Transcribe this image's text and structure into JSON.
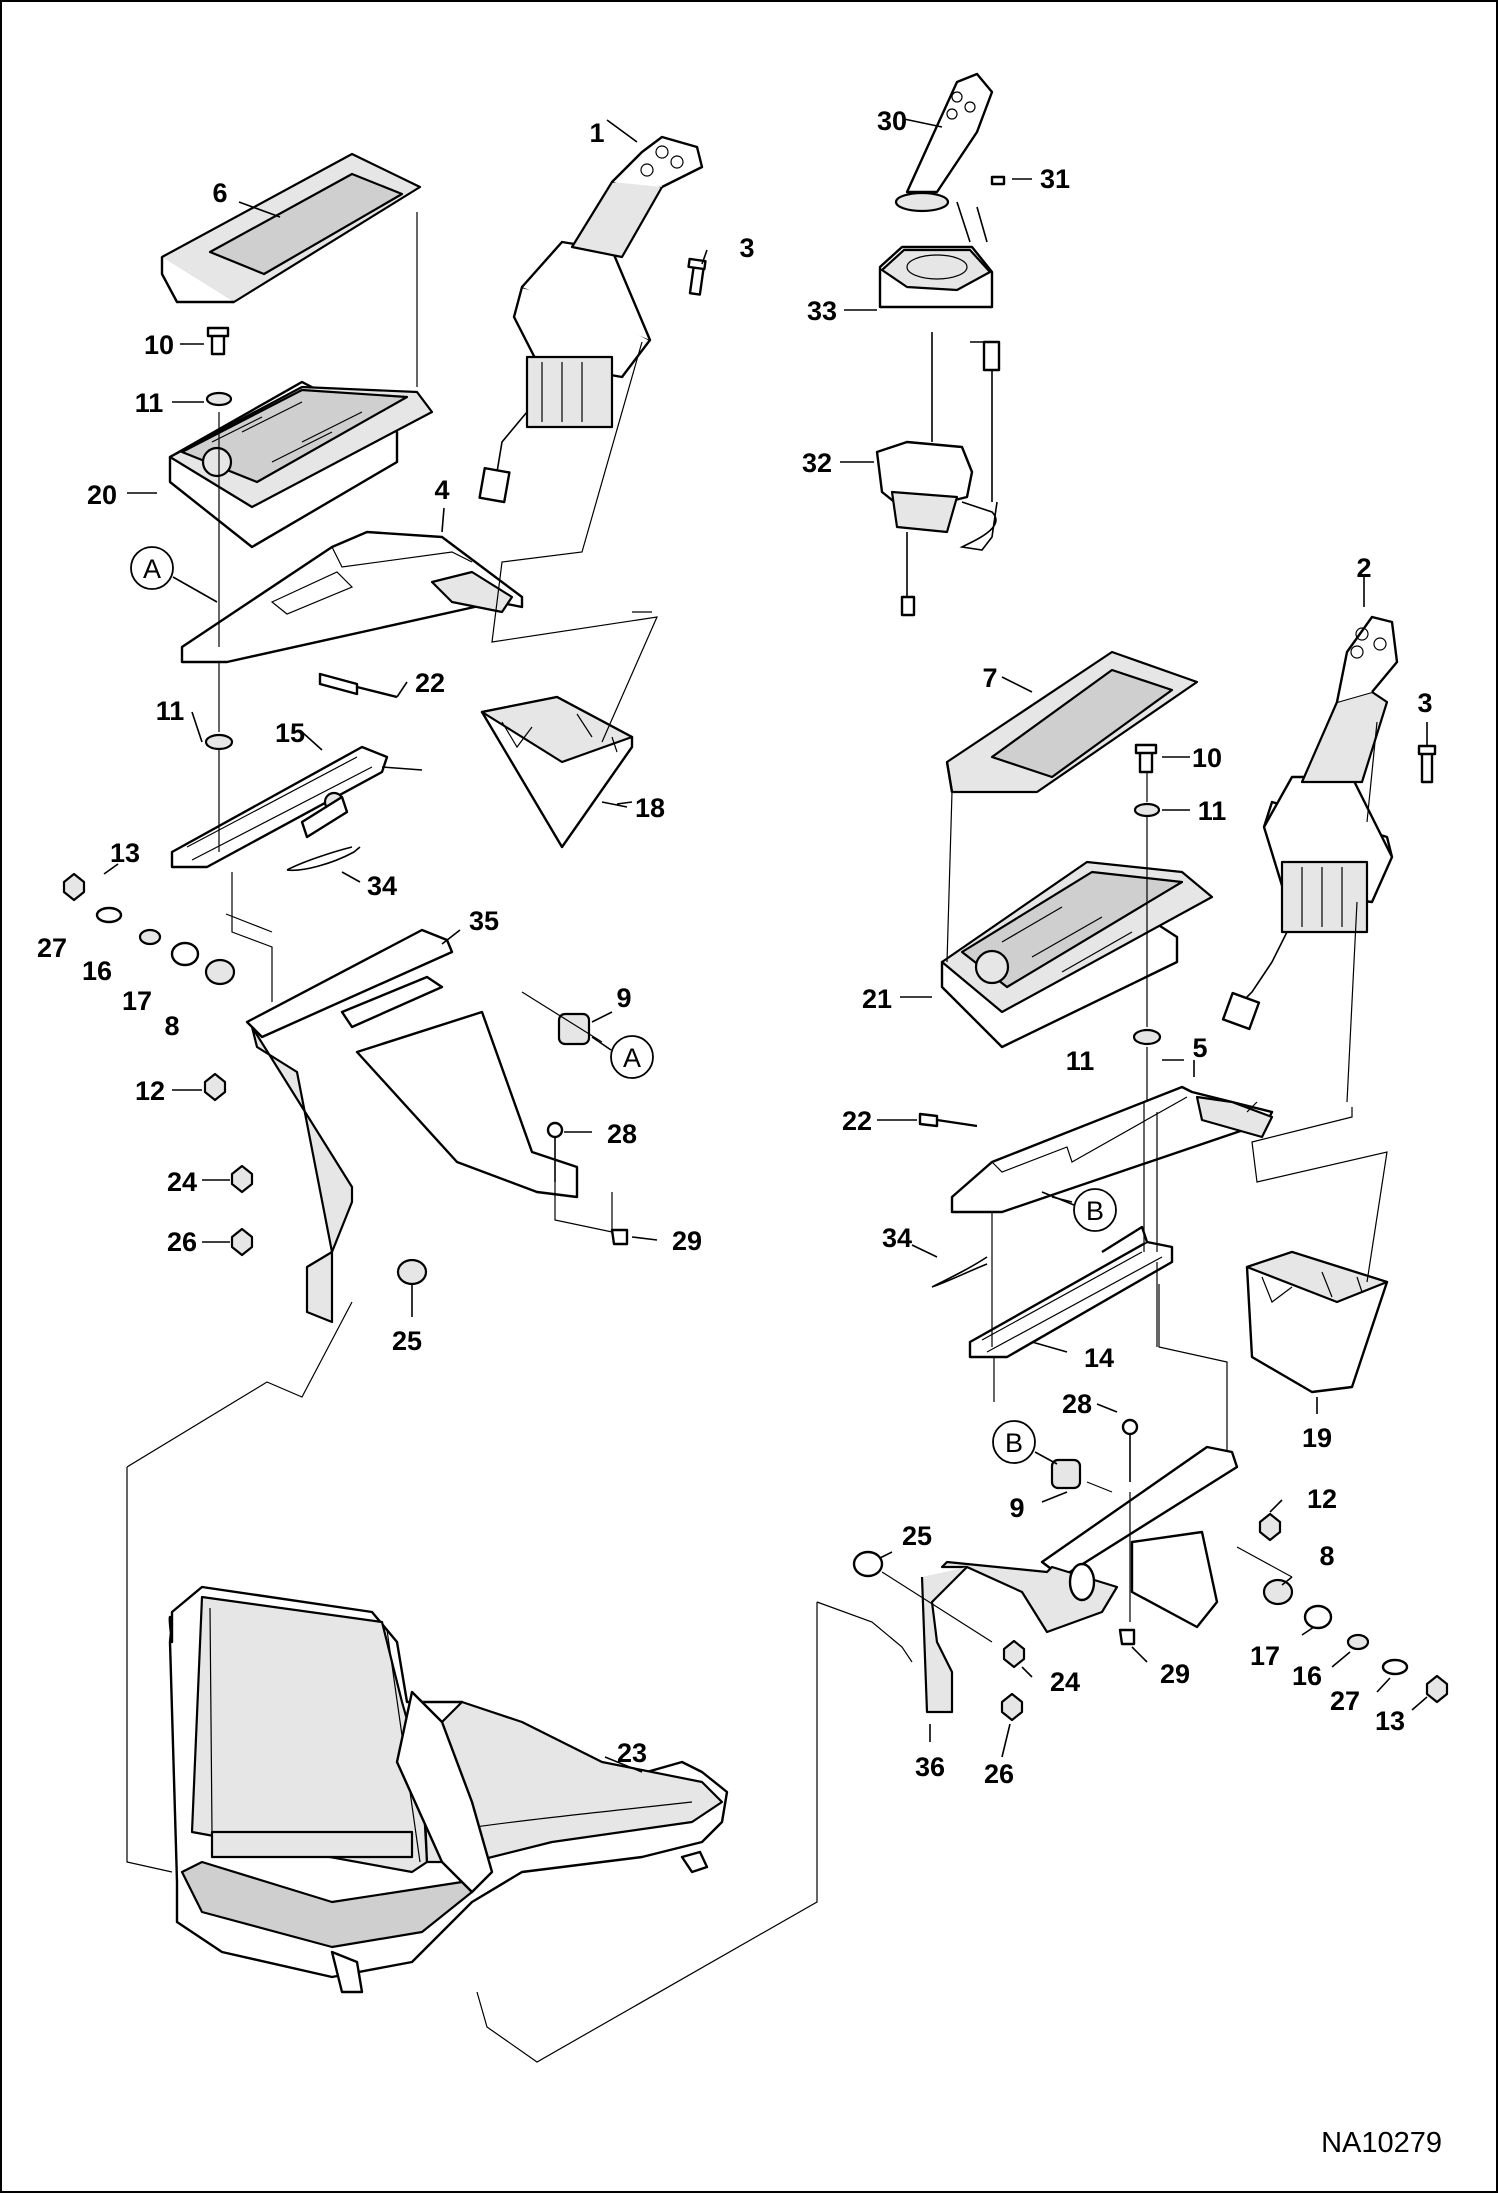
{
  "drawing_code": "NA10279",
  "reference_circles": [
    "A",
    "A",
    "B",
    "B"
  ],
  "callouts": {
    "left_assembly": [
      "1",
      "3",
      "6",
      "10",
      "11",
      "20",
      "4",
      "22",
      "11",
      "15",
      "18",
      "13",
      "27",
      "16",
      "17",
      "8",
      "34",
      "35",
      "9",
      "12",
      "28",
      "24",
      "26",
      "25",
      "29",
      "23"
    ],
    "upper_right_joystick": [
      "30",
      "31",
      "33",
      "32"
    ],
    "right_assembly": [
      "2",
      "3",
      "7",
      "10",
      "11",
      "21",
      "11",
      "5",
      "22",
      "34",
      "14",
      "19",
      "28",
      "9",
      "12",
      "25",
      "8",
      "24",
      "17",
      "16",
      "27",
      "13",
      "29",
      "36",
      "26"
    ]
  },
  "icons": [
    "joystick-icon",
    "seat-icon",
    "armrest-icon",
    "bracket-icon"
  ]
}
